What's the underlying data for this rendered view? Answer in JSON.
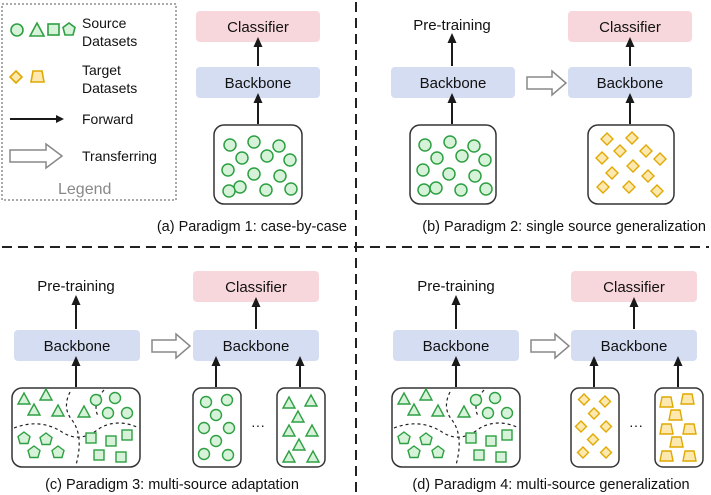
{
  "legend": {
    "title": "Legend",
    "source_label_line1": "Source",
    "source_label_line2": "Datasets",
    "target_label_line1": "Target",
    "target_label_line2": "Datasets",
    "forward_label": "Forward",
    "transferring_label": "Transferring"
  },
  "labels": {
    "classifier": "Classifier",
    "backbone": "Backbone",
    "pretraining": "Pre-training",
    "ellipsis": "···"
  },
  "captions": {
    "p1": "(a) Paradigm 1: case-by-case",
    "p2": "(b) Paradigm 2: single source generalization",
    "p3": "(c) Paradigm 3: multi-source adaptation",
    "p4": "(d) Paradigm 4: multi-source generalization"
  },
  "colors": {
    "classifier_fill": "#f8d7dc",
    "backbone_fill": "#d5ddf2",
    "source_shape_fill": "#d6f2d8",
    "source_shape_stroke": "#2ea043",
    "target_shape_fill": "#fde9b0",
    "target_shape_stroke": "#e0a800",
    "arrow": "#1a1a1a",
    "transfer_arrow": "#888888"
  }
}
